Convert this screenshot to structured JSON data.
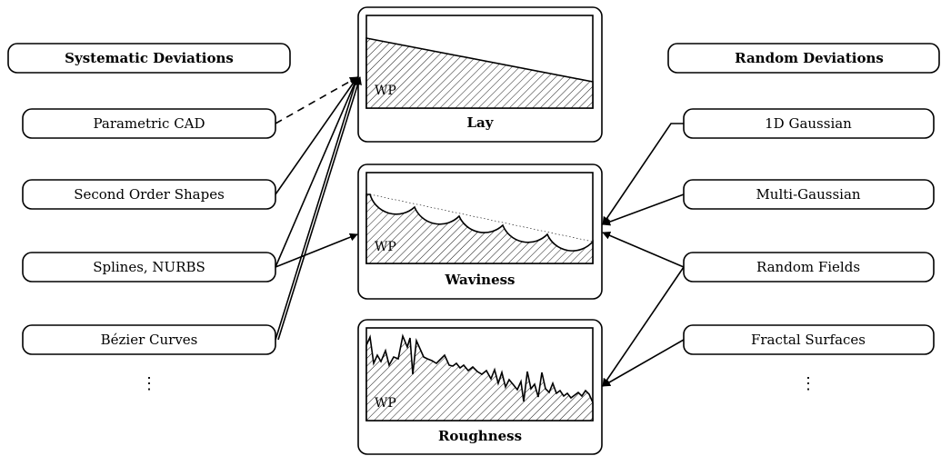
{
  "left_header": "Systematic Deviations",
  "right_header": "Random Deviations",
  "left_items": [
    "Parametric CAD",
    "Second Order Shapes",
    "Splines, NURBS",
    "Bézier Curves"
  ],
  "right_items": [
    "1D Gaussian",
    "Multi-Gaussian",
    "Random Fields",
    "Fractal Surfaces"
  ],
  "continuation": "⋮",
  "panels": [
    {
      "caption": "Lay",
      "wp_label": "WP"
    },
    {
      "caption": "Waviness",
      "wp_label": "WP"
    },
    {
      "caption": "Roughness",
      "wp_label": "WP"
    }
  ],
  "colors": {
    "stroke": "#000000",
    "background": "#ffffff"
  }
}
